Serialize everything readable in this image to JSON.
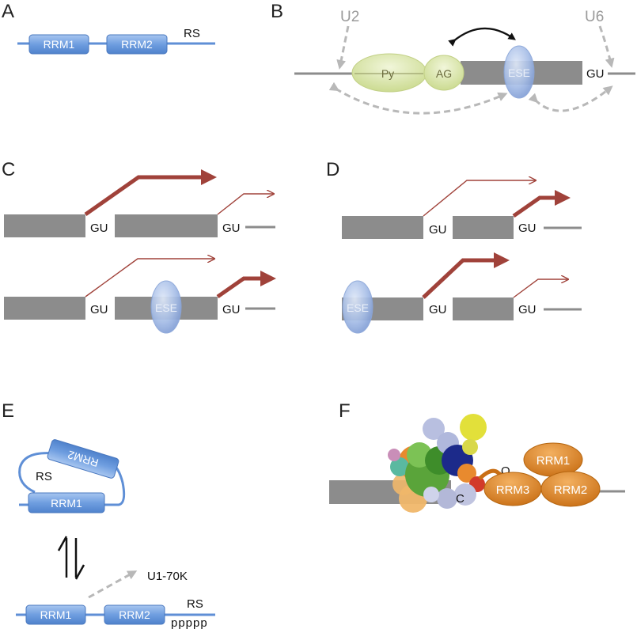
{
  "panels": {
    "a": {
      "letter": "A",
      "rrm1": "RRM1",
      "rrm2": "RRM2",
      "rs": "RS"
    },
    "b": {
      "letter": "B",
      "u2": "U2",
      "u6": "U6",
      "py": "Py",
      "ag": "AG",
      "ese": "ESE",
      "gu": "GU"
    },
    "c": {
      "letter": "C",
      "gu_top_1": "GU",
      "gu_top_2": "GU",
      "gu_bot_1": "GU",
      "gu_bot_2": "GU",
      "ese": "ESE"
    },
    "d": {
      "letter": "D",
      "gu_top_1": "GU",
      "gu_top_2": "GU",
      "gu_bot_1": "GU",
      "gu_bot_2": "GU",
      "ese": "ESE"
    },
    "e": {
      "letter": "E",
      "rrm2_folded": "RRM2",
      "rs_folded": "RS",
      "rrm1_folded": "RRM1",
      "u1_70k": "U1-70K",
      "rrm1": "RRM1",
      "rrm2": "RRM2",
      "rs": "RS",
      "phospho": "ppppp"
    },
    "f": {
      "letter": "F",
      "q": "Q",
      "rrm1": "RRM1",
      "rrm2": "RRM2",
      "rrm3": "RRM3"
    }
  },
  "colors": {
    "domain_blue": "#6fa0e0",
    "line_blue": "#5f8fd6",
    "exon_grey": "#8c8c8c",
    "arrow_red": "#a0423a",
    "py_green": "#d7e3a6",
    "ese_blue": "#a9c0e8",
    "orange": "#df8a2a",
    "dashed_grey": "#b5b5b5"
  }
}
